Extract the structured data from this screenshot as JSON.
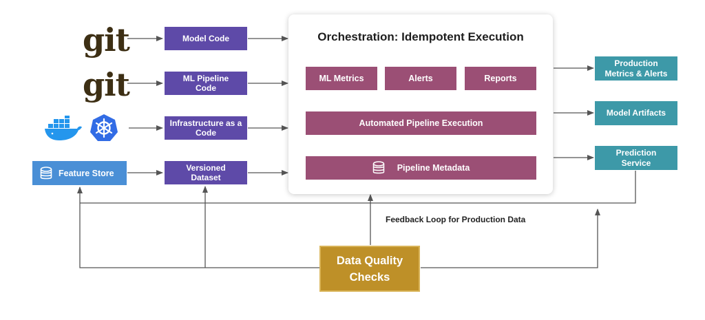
{
  "sources": {
    "git_logo_1": "git",
    "git_logo_2": "git",
    "feature_store": "Feature Store"
  },
  "inputs": {
    "model_code": "Model Code",
    "ml_pipeline_code": "ML Pipeline Code",
    "infrastructure": "Infrastructure as a Code",
    "versioned_dataset": "Versioned Dataset"
  },
  "orchestration": {
    "title": "Orchestration: Idempotent Execution",
    "ml_metrics": "ML Metrics",
    "alerts": "Alerts",
    "reports": "Reports",
    "automated_pipeline": "Automated Pipeline Execution",
    "pipeline_metadata": "Pipeline Metadata"
  },
  "outputs": {
    "production_metrics": "Production Metrics & Alerts",
    "model_artifacts": "Model Artifacts",
    "prediction_service": "Prediction Service"
  },
  "feedback_label": "Feedback Loop for Production Data",
  "data_quality": "Data Quality Checks",
  "colors": {
    "input_box": "#5e4aa8",
    "orchestration_box": "#9b4f75",
    "output_box": "#3d99a8",
    "feature_store": "#4a8fd6",
    "data_quality": "#be9028",
    "arrows": "#555555"
  },
  "icons": [
    "git-logo",
    "docker-icon",
    "kubernetes-icon",
    "database-icon"
  ]
}
